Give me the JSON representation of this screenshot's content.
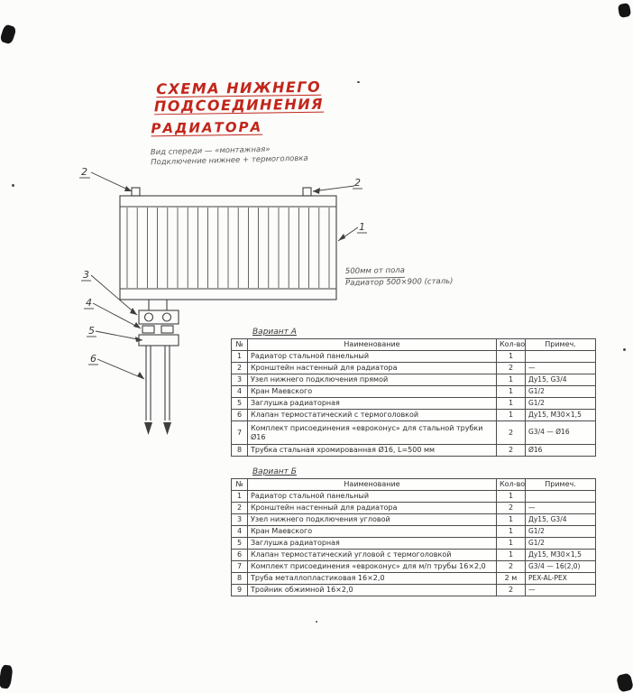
{
  "title": {
    "line1": "СХЕМА НИЖНЕГО ПОДСОЕДИНЕНИЯ",
    "line2": "РАДИАТОРА"
  },
  "colors": {
    "title_accent": "#c2251a",
    "pencil": "#3f3f3f",
    "table_line": "#4c4c4c"
  },
  "drawing": {
    "note_line1": "Вид спереди — «монтажная»",
    "note_line2": "Подключение нижнее + термоголовка",
    "dim_line1": "500мм от пола",
    "dim_line2": "Радиатор 500×900 (сталь)",
    "callouts": {
      "c1": "1",
      "c2a": "2",
      "c2b": "2",
      "c3": "3",
      "c4": "4",
      "c5": "5",
      "c6": "6"
    }
  },
  "spec_a": {
    "title": "Вариант А",
    "headers": {
      "num": "№",
      "name": "Наименование",
      "qty": "Кол-во",
      "note": "Примеч."
    },
    "rows": [
      {
        "num": "1",
        "name": "Радиатор стальной панельный",
        "qty": "1",
        "note": ""
      },
      {
        "num": "2",
        "name": "Кронштейн настенный для радиатора",
        "qty": "2",
        "note": "—"
      },
      {
        "num": "3",
        "name": "Узел нижнего подключения прямой",
        "qty": "1",
        "note": "Ду15, G3/4"
      },
      {
        "num": "4",
        "name": "Кран Маевского",
        "qty": "1",
        "note": "G1/2"
      },
      {
        "num": "5",
        "name": "Заглушка радиаторная",
        "qty": "1",
        "note": "G1/2"
      },
      {
        "num": "6",
        "name": "Клапан термостатический с термоголовкой",
        "qty": "1",
        "note": "Ду15, M30×1,5"
      },
      {
        "num": "7",
        "name": "Комплект присоединения «евроконус» для стальной трубки Ø16",
        "qty": "2",
        "note": "G3/4 — Ø16"
      },
      {
        "num": "8",
        "name": "Трубка стальная хромированная Ø16, L=500 мм",
        "qty": "2",
        "note": "Ø16"
      }
    ]
  },
  "spec_b": {
    "title": "Вариант Б",
    "headers": {
      "num": "№",
      "name": "Наименование",
      "qty": "Кол-во",
      "note": "Примеч."
    },
    "rows": [
      {
        "num": "1",
        "name": "Радиатор стальной панельный",
        "qty": "1",
        "note": ""
      },
      {
        "num": "2",
        "name": "Кронштейн настенный для радиатора",
        "qty": "2",
        "note": "—"
      },
      {
        "num": "3",
        "name": "Узел нижнего подключения угловой",
        "qty": "1",
        "note": "Ду15, G3/4"
      },
      {
        "num": "4",
        "name": "Кран Маевского",
        "qty": "1",
        "note": "G1/2"
      },
      {
        "num": "5",
        "name": "Заглушка радиаторная",
        "qty": "1",
        "note": "G1/2"
      },
      {
        "num": "6",
        "name": "Клапан термостатический угловой с термоголовкой",
        "qty": "1",
        "note": "Ду15, M30×1,5"
      },
      {
        "num": "7",
        "name": "Комплект присоединения «евроконус» для м/п трубы 16×2,0",
        "qty": "2",
        "note": "G3/4 — 16(2,0)"
      },
      {
        "num": "8",
        "name": "Труба металлопластиковая 16×2,0",
        "qty": "2 м",
        "note": "PEX-AL-PEX"
      },
      {
        "num": "9",
        "name": "Тройник обжимной 16×2,0",
        "qty": "2",
        "note": "—"
      }
    ]
  }
}
